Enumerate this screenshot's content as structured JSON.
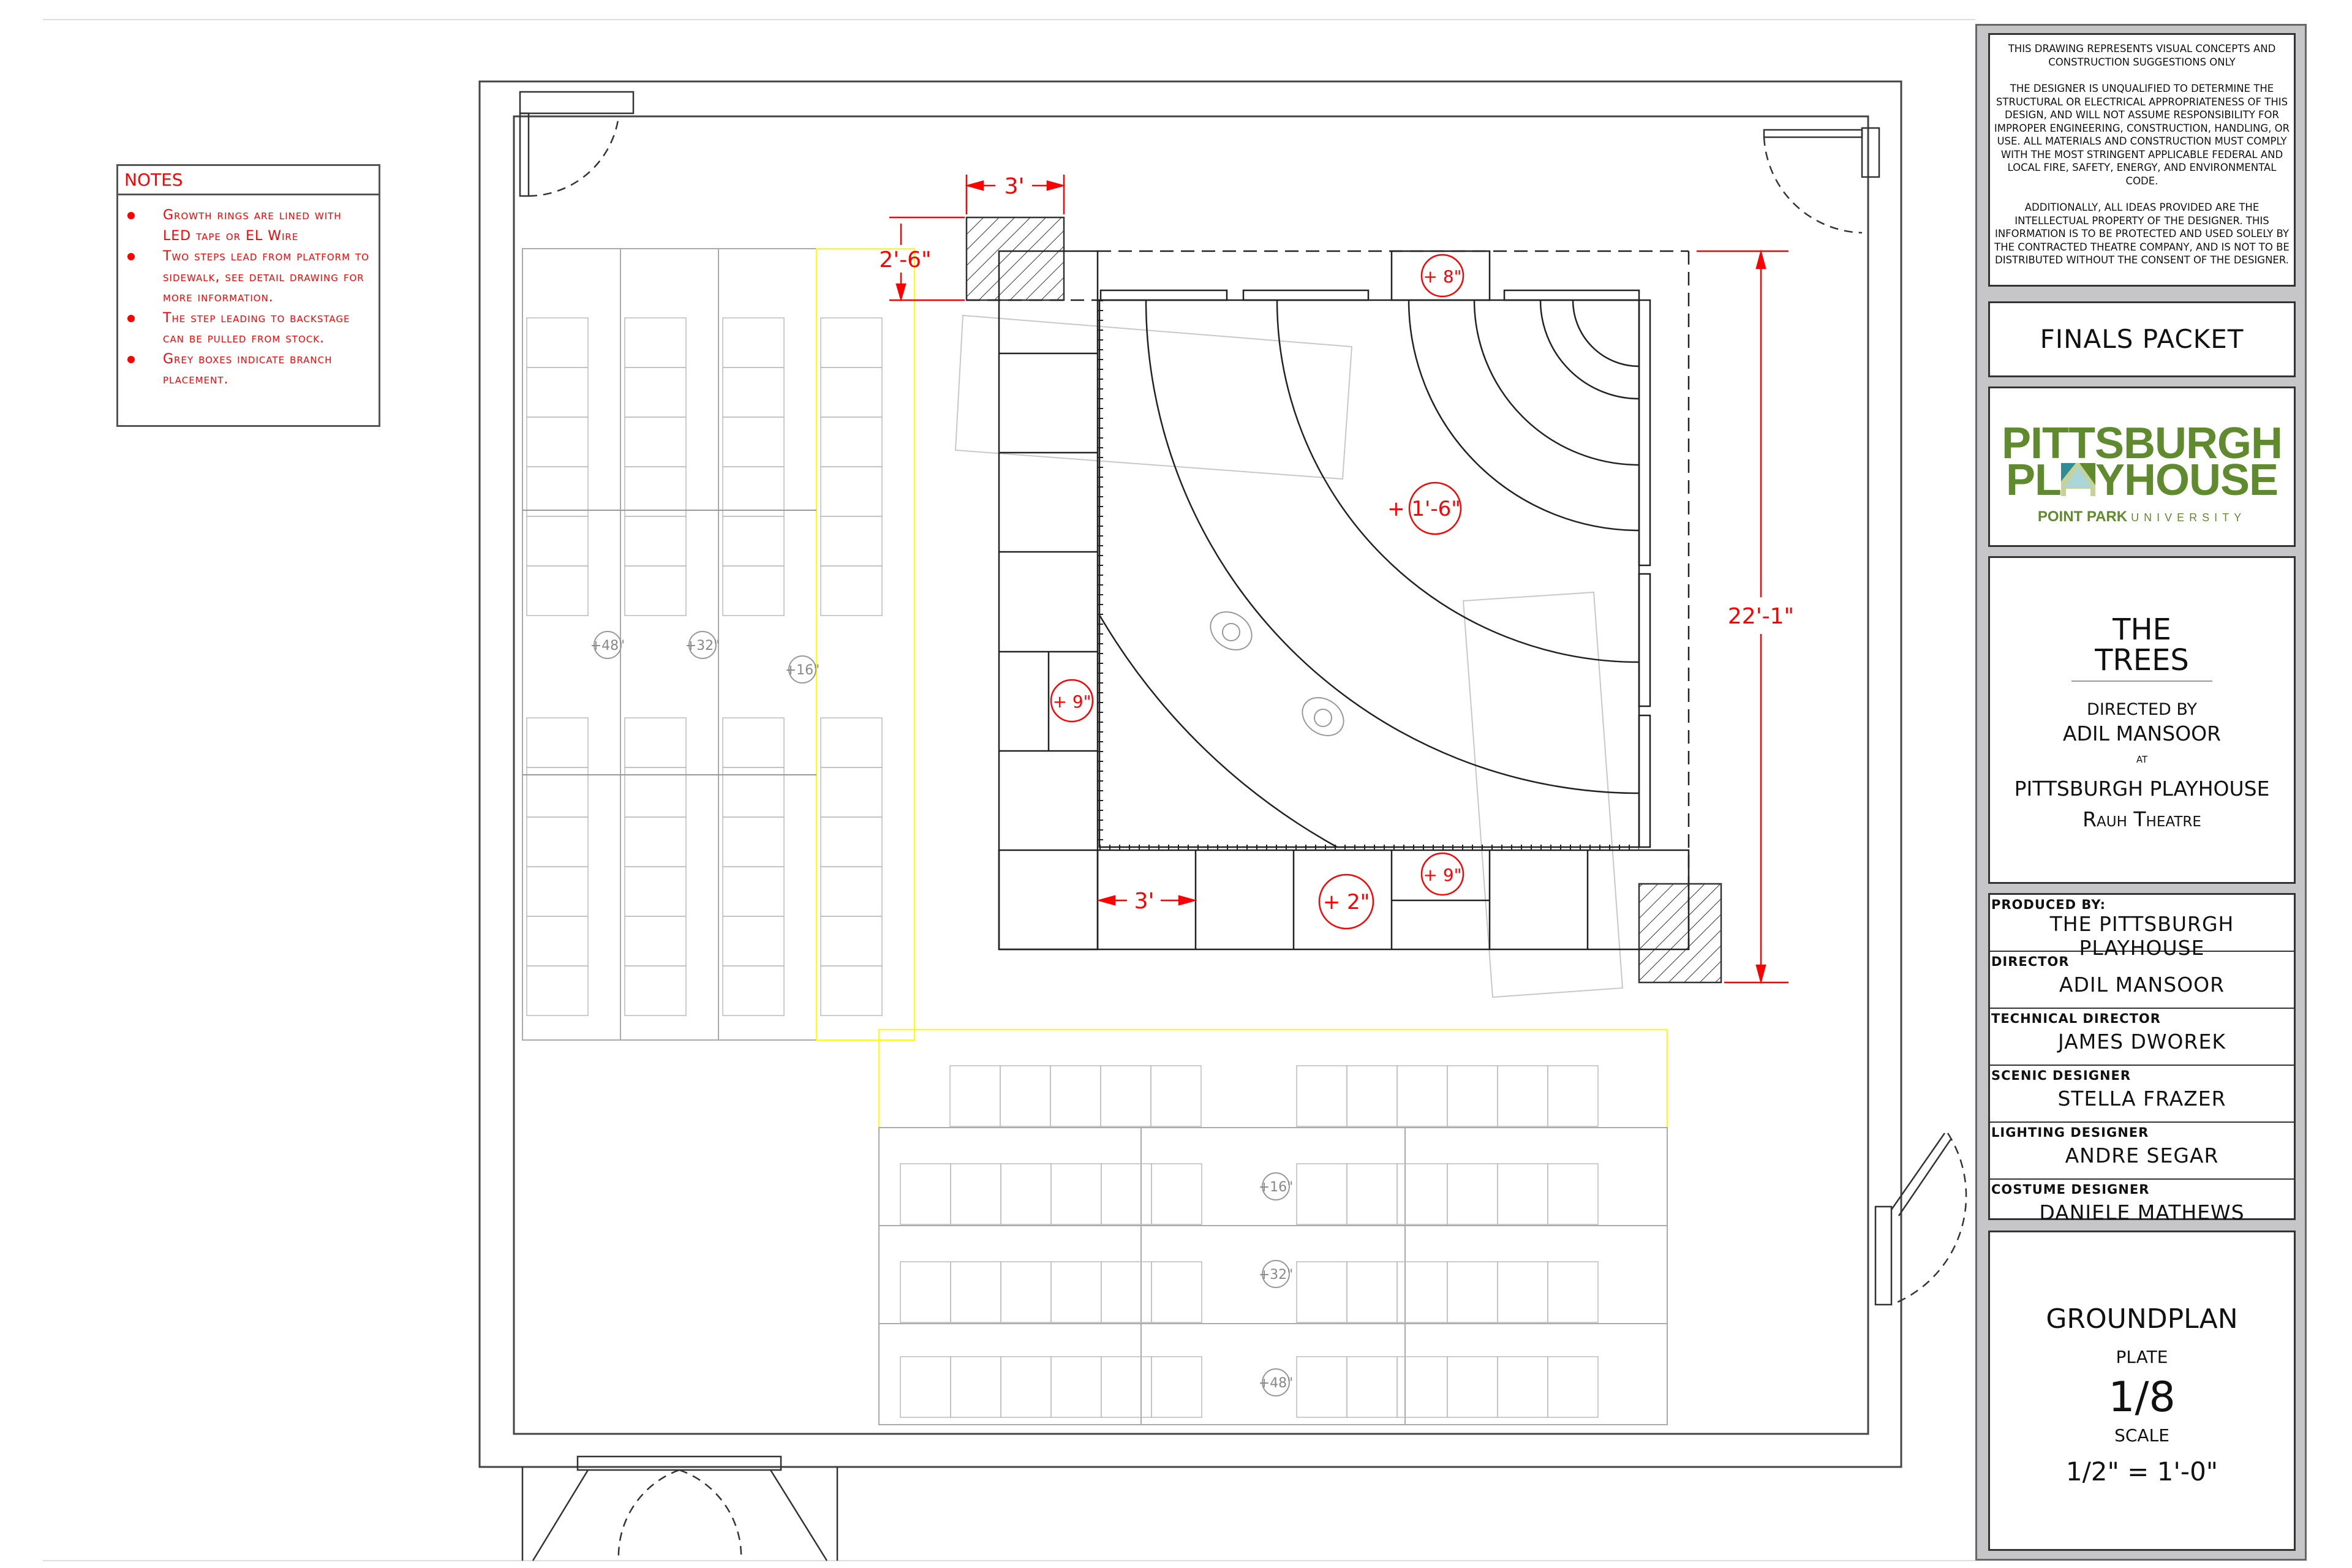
{
  "notes": {
    "title": "NOTES",
    "items": [
      "Growth rings are lined with LED tape or EL Wire",
      "Two steps lead from platform to sidewalk, see detail drawing for more information.",
      "The step leading to backstage can be pulled from stock.",
      "Grey boxes indicate branch placement."
    ]
  },
  "dimensions": {
    "top_width": "3'",
    "top_offset": "2'-6\"",
    "overall_depth": "22'-1\"",
    "bottom_width": "3'"
  },
  "elevations": {
    "top": "+ 8\"",
    "center": "+ 1'-6\"",
    "left": "+ 9\"",
    "bottom_right": "+ 9\"",
    "bottom": "+ 2\""
  },
  "seating": {
    "left_rows": [
      "+48\"",
      "+32\"",
      "+16\""
    ],
    "bottom_rows": [
      "+16\"",
      "+32\"",
      "+48\""
    ]
  },
  "title_block": {
    "disclaimer": [
      "THIS DRAWING REPRESENTS VISUAL CONCEPTS AND CONSTRUCTION SUGGESTIONS ONLY",
      "THE DESIGNER IS UNQUALIFIED TO DETERMINE THE STRUCTURAL OR ELECTRICAL APPROPRIATENESS OF THIS DESIGN, AND WILL NOT ASSUME RESPONSIBILITY FOR IMPROPER ENGINEERING, CONSTRUCTION, HANDLING, OR USE. ALL MATERIALS AND CONSTRUCTION MUST COMPLY WITH THE MOST STRINGENT APPLICABLE FEDERAL AND LOCAL FIRE, SAFETY, ENERGY, AND ENVIRONMENTAL CODE.",
      "ADDITIONALLY, ALL IDEAS PROVIDED ARE THE INTELLECTUAL PROPERTY OF THE DESIGNER. THIS INFORMATION IS TO BE PROTECTED AND USED SOLELY BY THE CONTRACTED THEATRE COMPANY, AND IS NOT TO BE DISTRIBUTED WITHOUT THE CONSENT OF THE DESIGNER."
    ],
    "packet": "FINALS PACKET",
    "logo": {
      "line1": "PITTSBURGH",
      "line2_a": "PL",
      "line2_b": "YHOUSE",
      "line3_bold": "POINT PARK",
      "line3_light": "UNIVERSITY",
      "green": "#5f8a2e",
      "teal": "#2f8c95",
      "light_teal": "#a9d6d8",
      "sage": "#c5d39a"
    },
    "show": {
      "title_line1": "THE",
      "title_line2": "TREES",
      "directed_by": "DIRECTED BY",
      "director": "ADIL MANSOOR",
      "at": "AT",
      "venue": "PITTSBURGH PLAYHOUSE",
      "theatre": "Rauh Theatre"
    },
    "credits": [
      {
        "label": "PRODUCED BY:",
        "name": "THE PITTSBURGH PLAYHOUSE"
      },
      {
        "label": "DIRECTOR",
        "name": "ADIL MANSOOR"
      },
      {
        "label": "TECHNICAL DIRECTOR",
        "name": "JAMES DWOREK"
      },
      {
        "label": "SCENIC DESIGNER",
        "name": "STELLA FRAZER"
      },
      {
        "label": "LIGHTING DESIGNER",
        "name": "ANDRE SEGAR"
      },
      {
        "label": "COSTUME DESIGNER",
        "name": "DANIELE MATHEWS"
      }
    ],
    "plate": {
      "drawing": "GROUNDPLAN",
      "plate_label": "PLATE",
      "plate_number": "1/8",
      "scale_label": "SCALE",
      "scale_value": "1/2\" = 1'-0\""
    }
  },
  "colors": {
    "dimension": "#ff0000",
    "seating_outline": "#ffff00",
    "lines": "#000000",
    "grey": "#bbbbbb"
  }
}
